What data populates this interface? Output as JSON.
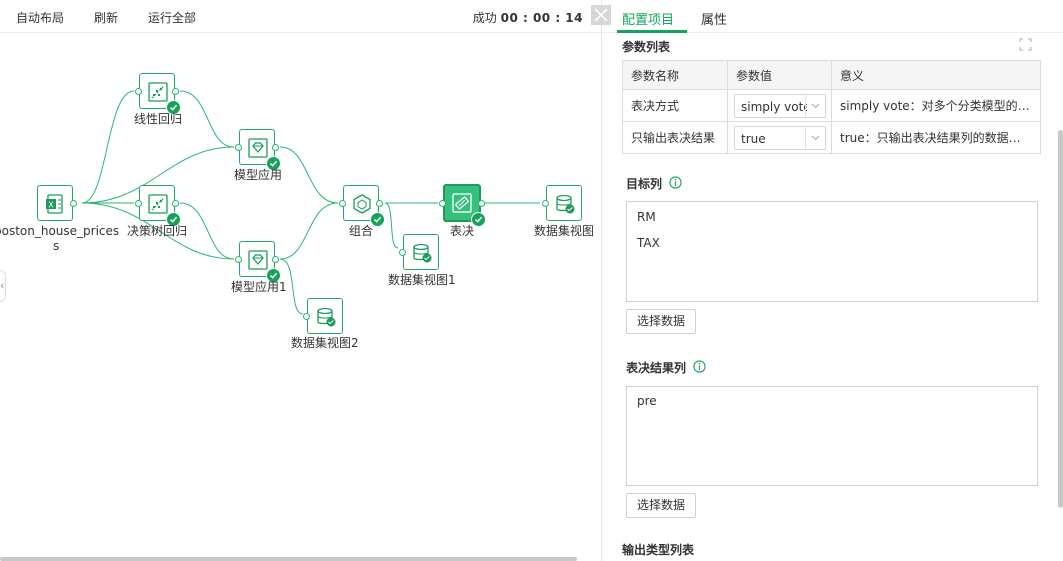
{
  "toolbar": {
    "auto_layout": "自动布局",
    "refresh": "刷新",
    "run_all": "运行全部",
    "status_label": "成功",
    "status_time": "00 : 00 : 14"
  },
  "workflow": {
    "nodes": [
      {
        "id": "boston",
        "label": "boston_house_prices",
        "label2": "s",
        "icon": "excel-icon"
      },
      {
        "id": "linreg",
        "label": "线性回归",
        "icon": "regression-icon"
      },
      {
        "id": "tree",
        "label": "决策树回归",
        "icon": "regression-icon"
      },
      {
        "id": "apply1",
        "label": "模型应用",
        "icon": "gem-icon"
      },
      {
        "id": "apply2",
        "label": "模型应用1",
        "icon": "gem-icon"
      },
      {
        "id": "combine",
        "label": "组合",
        "icon": "hexagon-icon"
      },
      {
        "id": "vote",
        "label": "表决",
        "icon": "ticket-icon"
      },
      {
        "id": "view",
        "label": "数据集视图",
        "icon": "database-icon"
      },
      {
        "id": "view1",
        "label": "数据集视图1",
        "icon": "database-icon"
      },
      {
        "id": "view2",
        "label": "数据集视图2",
        "icon": "database-icon"
      }
    ]
  },
  "panel": {
    "tabs": [
      "配置项目",
      "属性"
    ],
    "param_section": "参数列表",
    "table": {
      "headers": [
        "参数名称",
        "参数值",
        "意义"
      ],
      "rows": [
        {
          "name": "表决方式",
          "value": "simply vote",
          "meaning": "simply vote：对多个分类模型的预..."
        },
        {
          "name": "只输出表决结果",
          "value": "true",
          "meaning": "true：只输出表决结果列的数据。 f..."
        }
      ]
    },
    "target": {
      "title": "目标列",
      "items": [
        "RM",
        "TAX"
      ],
      "button": "选择数据"
    },
    "result": {
      "title": "表决结果列",
      "items": [
        "pre"
      ],
      "button": "选择数据"
    },
    "output_title": "输出类型列表"
  },
  "colors": {
    "accent": "#13a55c",
    "node_border": "#24a867",
    "edge": "#2bb673"
  }
}
